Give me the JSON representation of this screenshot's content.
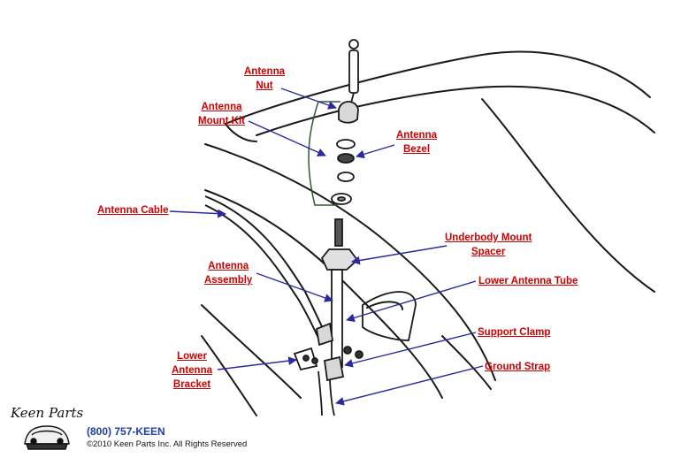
{
  "colors": {
    "label": "#cc0000",
    "arrow": "#2a2aa0",
    "kit_line": "#2f5a2f",
    "phone": "#1f3ea8"
  },
  "labels": {
    "antenna_nut": [
      "Antenna",
      "Nut"
    ],
    "antenna_mount_kit": [
      "Antenna",
      "Mount Kit"
    ],
    "antenna_bezel": [
      "Antenna",
      "Bezel"
    ],
    "antenna_cable": "Antenna Cable",
    "underbody_mount_spacer": [
      "Underbody Mount",
      "Spacer"
    ],
    "antenna_assembly": [
      "Antenna",
      "Assembly"
    ],
    "lower_antenna_tube": "Lower Antenna Tube",
    "support_clamp": "Support Clamp",
    "lower_antenna_bracket": [
      "Lower",
      "Antenna",
      "Bracket"
    ],
    "ground_strap": "Ground Strap"
  },
  "footer": {
    "phone": "(800) 757-KEEN",
    "copyright": "©2010 Keen Parts Inc. All Rights Reserved"
  },
  "logo": {
    "text": "Keen Parts",
    "icon": "car-logo-icon"
  }
}
